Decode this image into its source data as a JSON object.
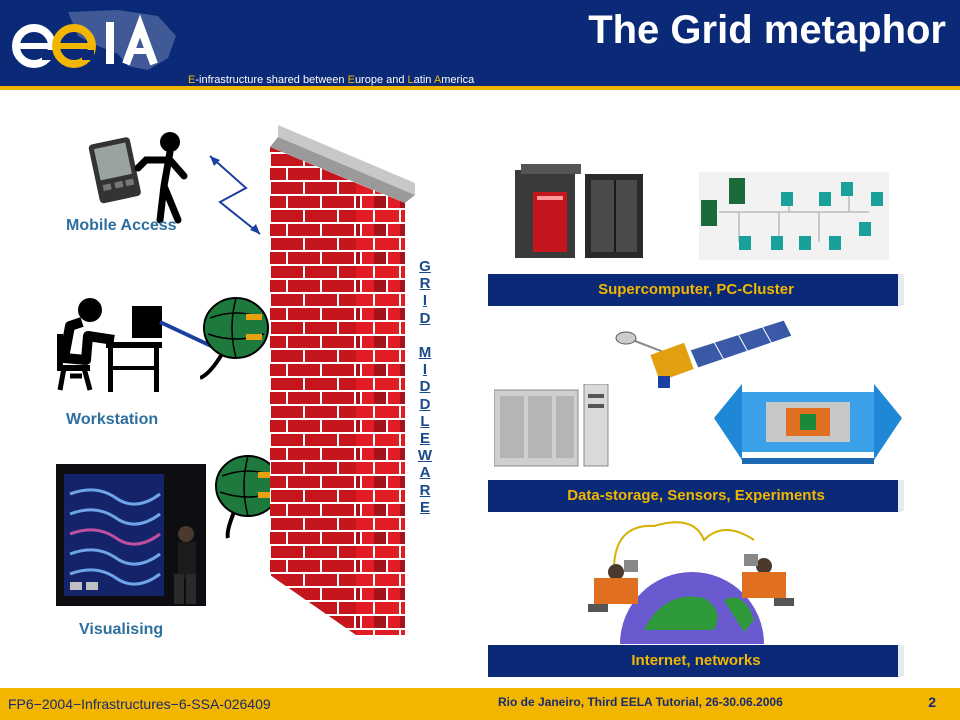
{
  "header": {
    "title": "The Grid metaphor",
    "tagline": [
      {
        "text": "E",
        "hl": true
      },
      {
        "text": "-infrastructure shared between ",
        "hl": false
      },
      {
        "text": "E",
        "hl": true
      },
      {
        "text": "urope and ",
        "hl": false
      },
      {
        "text": "L",
        "hl": true
      },
      {
        "text": "atin ",
        "hl": false
      },
      {
        "text": "A",
        "hl": true
      },
      {
        "text": "merica",
        "hl": false
      }
    ]
  },
  "left": {
    "mobile_label": "Mobile Access",
    "workstation_label": "Workstation",
    "visualising_label": "Visualising"
  },
  "middleware_letters": [
    "G",
    "R",
    "I",
    "D",
    " ",
    "M",
    "I",
    "D",
    "D",
    "L",
    "E",
    "W",
    "A",
    "R",
    "E"
  ],
  "bars": {
    "supercomputer": "Supercomputer, PC-Cluster",
    "datastorage": "Data-storage, Sensors, Experiments",
    "internet": "Internet, networks"
  },
  "footer": {
    "left": "FP6−2004−Infrastructures−6-SSA-026409",
    "right": "Rio de Janeiro, Third EELA Tutorial, 26-30.06.2006",
    "page": "2"
  },
  "colors": {
    "header_bg": "#0a2a78",
    "accent": "#f2b600",
    "brick": "#c4161c",
    "label_blue": "#2e6f9e",
    "bar_bg": "#0a2a78"
  }
}
